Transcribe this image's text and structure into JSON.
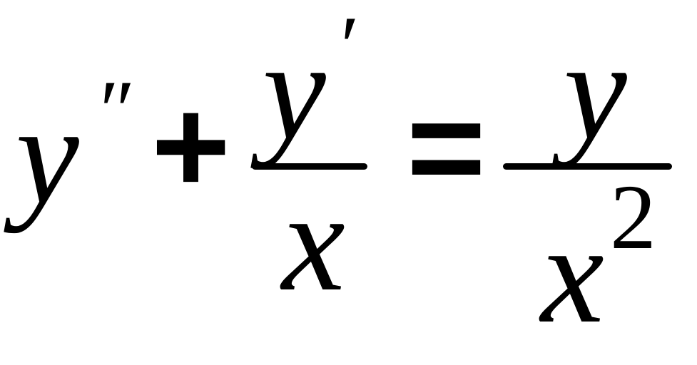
{
  "equation": {
    "lhs": {
      "variable": "y",
      "prime": "″"
    },
    "plus": "+",
    "fraction1": {
      "numerator": "y",
      "numerator_prime": "′",
      "denominator": "x"
    },
    "equals": "=",
    "fraction2": {
      "numerator": "y",
      "denominator": "x",
      "exponent": "2"
    }
  }
}
